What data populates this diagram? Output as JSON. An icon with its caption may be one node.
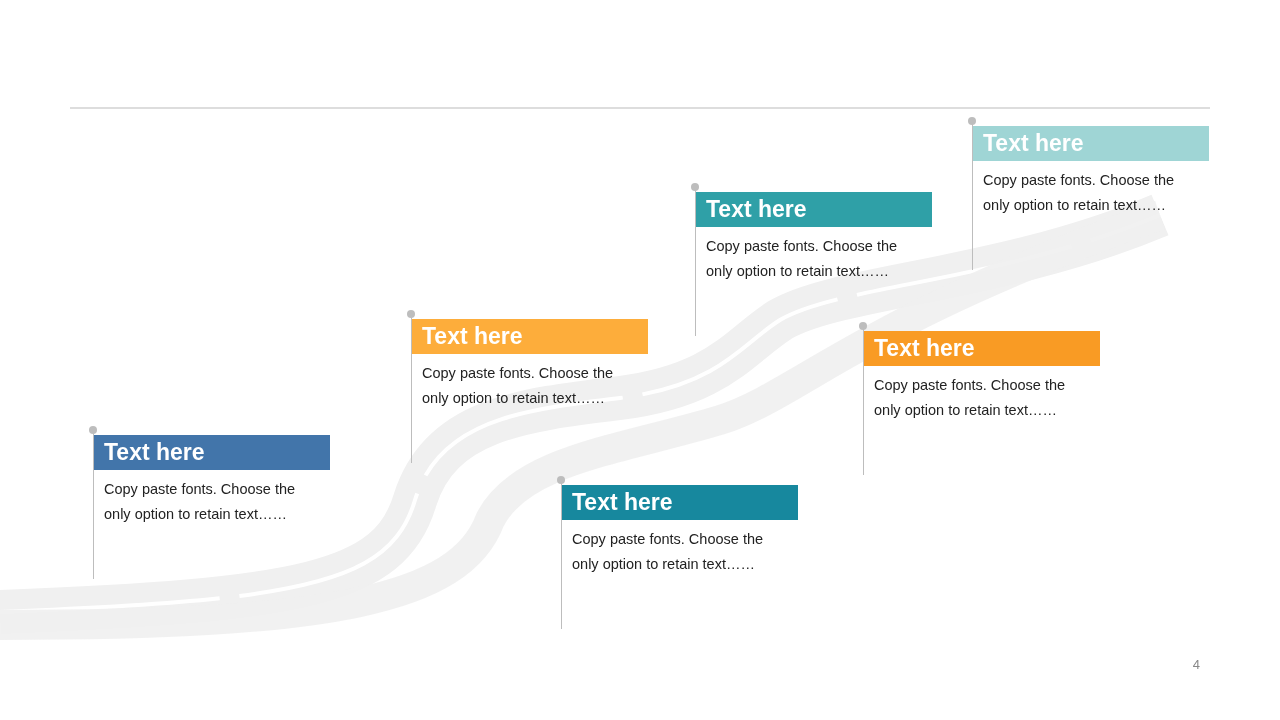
{
  "diagram": {
    "nodes": [
      {
        "text": [
          "Text here",
          "Copy paste fonts. Choose the only option to retain text……"
        ]
      },
      {
        "text": [
          "Text here",
          "Copy paste fonts. Choose the only option to retain text……"
        ]
      },
      {
        "text": [
          "Text here",
          "Copy paste fonts. Choose the only option to retain text……"
        ]
      },
      {
        "text": [
          "Text here",
          "Copy paste fonts. Choose the only option to retain text……"
        ]
      },
      {
        "text": [
          "Text here",
          "Copy paste fonts. Choose the only option to retain text……"
        ]
      },
      {
        "text": [
          "Text here",
          "Copy paste fonts. Choose the only option to retain text……"
        ]
      }
    ],
    "labels": [
      "4"
    ]
  }
}
